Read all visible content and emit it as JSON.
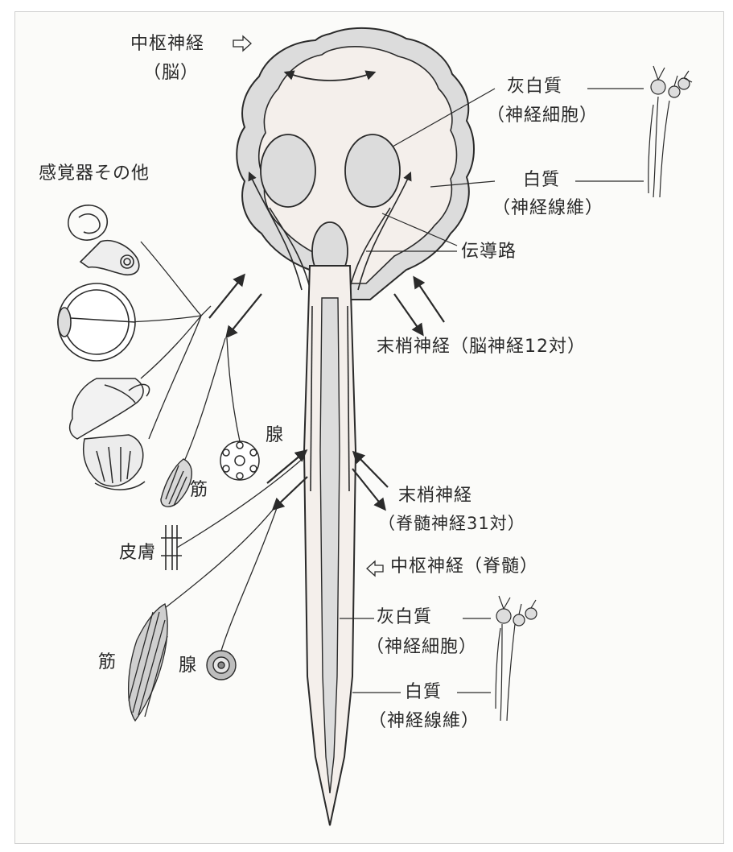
{
  "labels": {
    "cns_brain": "中枢神経",
    "cns_brain_sub": "（脳）",
    "gray_matter_top": "灰白質",
    "gray_matter_top_sub": "（神経細胞）",
    "white_matter_top": "白質",
    "white_matter_top_sub": "（神経線維）",
    "sense_organs": "感覚器その他",
    "pathway": "伝導路",
    "pns_cranial": "末梢神経（脳神経12対）",
    "gland_upper": "腺",
    "muscle_upper": "筋",
    "skin": "皮膚",
    "pns_spinal": "末梢神経",
    "pns_spinal_sub": "（脊髄神経31対）",
    "cns_spinal": "中枢神経（脊髄）",
    "gray_matter_bottom": "灰白質",
    "gray_matter_bottom_sub": "（神経細胞）",
    "muscle_lower": "筋",
    "gland_lower": "腺",
    "white_matter_bottom": "白質",
    "white_matter_bottom_sub": "（神経線維）"
  },
  "colors": {
    "gray_matter": "#dcdcdc",
    "white_matter": "#f4efeb",
    "line": "#2a2a2a",
    "border": "#cfcfcf"
  }
}
